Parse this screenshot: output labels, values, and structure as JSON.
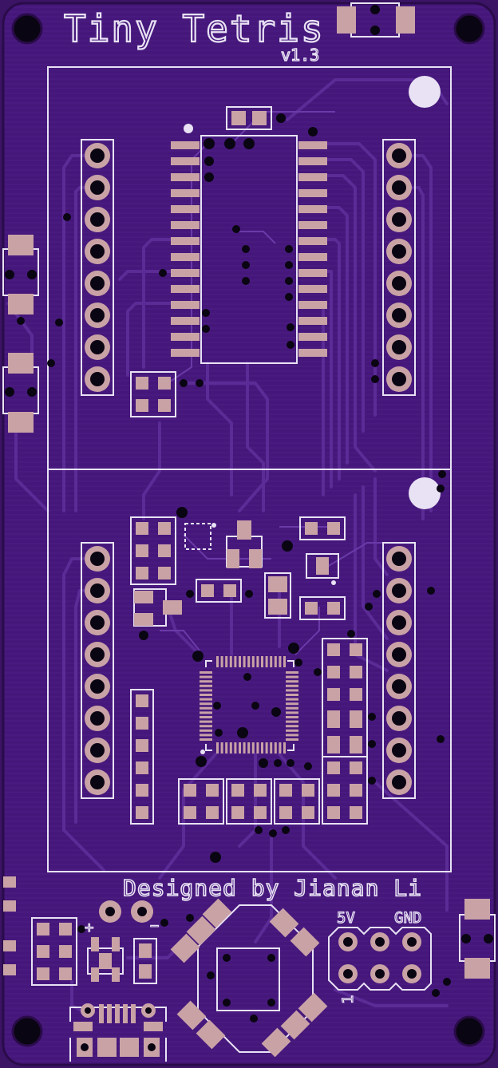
{
  "board": {
    "title": "Tiny Tetris",
    "version": "v1.3",
    "credit": "Designed by Jianan Li",
    "header_labels": {
      "left": "5V",
      "right": "GND"
    },
    "pin_one_marker": "1",
    "polarity": {
      "plus": "+",
      "minus": "−"
    }
  },
  "colors": {
    "substrate": "#3b1465",
    "copper_pour": "#4a1a7f",
    "trace": "#5a2a94",
    "pad": "#c9a2a6",
    "silkscreen": "#e8e2f4",
    "drill": "#0a0512"
  }
}
